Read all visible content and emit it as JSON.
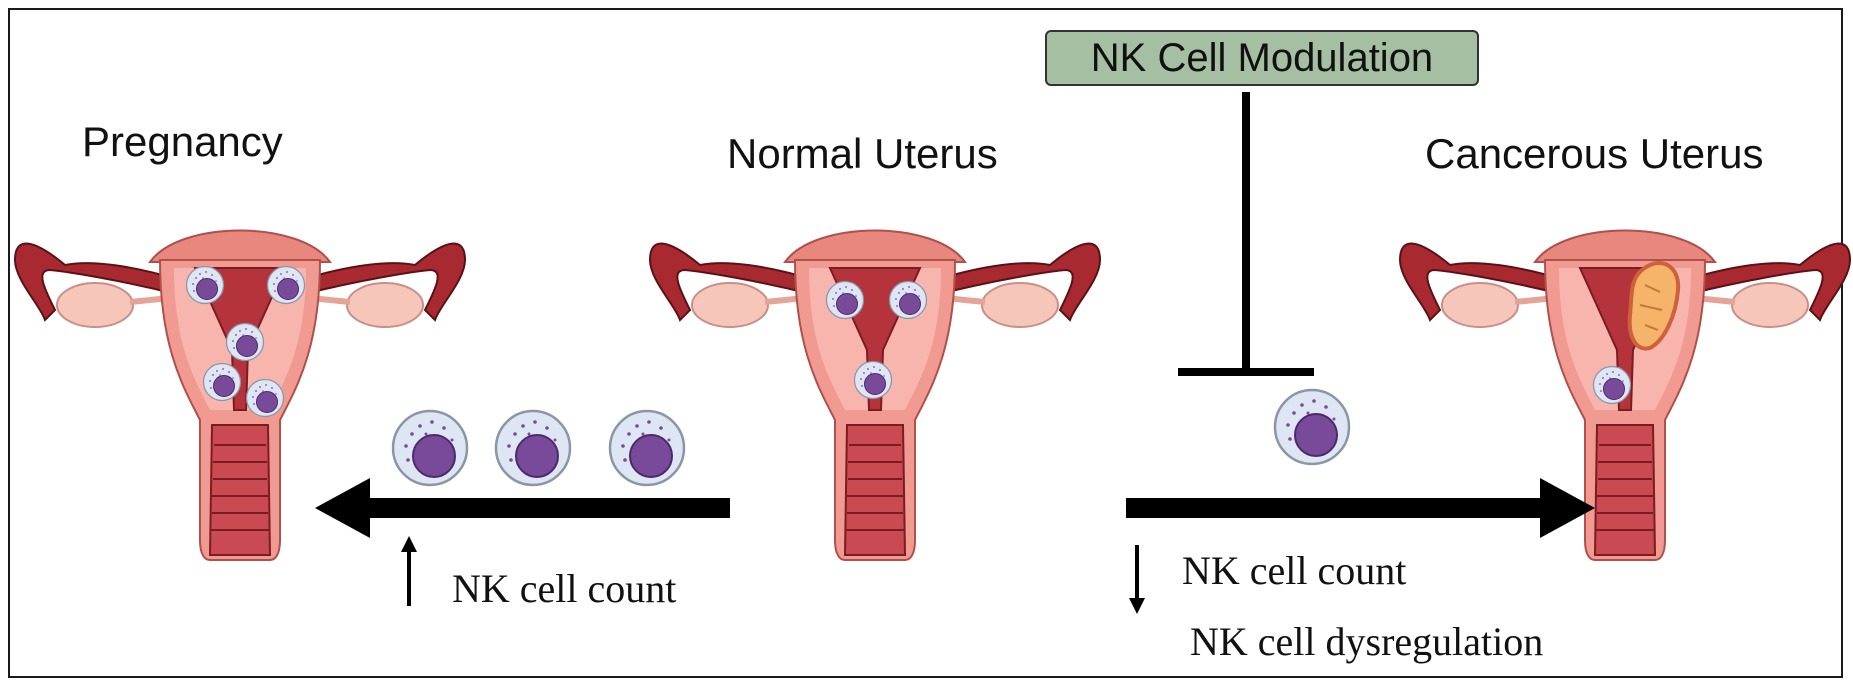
{
  "titles": {
    "pregnancy": "Pregnancy",
    "normal": "Normal Uterus",
    "cancerous": "Cancerous Uterus"
  },
  "modulation": {
    "label": "NK Cell Modulation"
  },
  "left_path": {
    "count_label": "NK cell count",
    "direction": "up"
  },
  "right_path": {
    "count_label": "NK cell count",
    "direction": "down",
    "dysregulation_label": "NK cell dysregulation"
  },
  "colors": {
    "tube": "#a8292f",
    "tube_outline": "#5a1216",
    "uterus": "#f19a92",
    "uterus_light": "#f7c3bc",
    "cavity": "#b5333b",
    "ovary": "#f7c6ba",
    "cell_body": "#dfe6f3",
    "nucleus": "#7a4a9a",
    "tumor": "#f5b46a",
    "modulation_box": "#a4bfa2"
  },
  "icons": [
    "uterus-icon",
    "nk-cell-icon",
    "tumor-icon",
    "inhibition-bar-icon",
    "arrow-icon"
  ]
}
